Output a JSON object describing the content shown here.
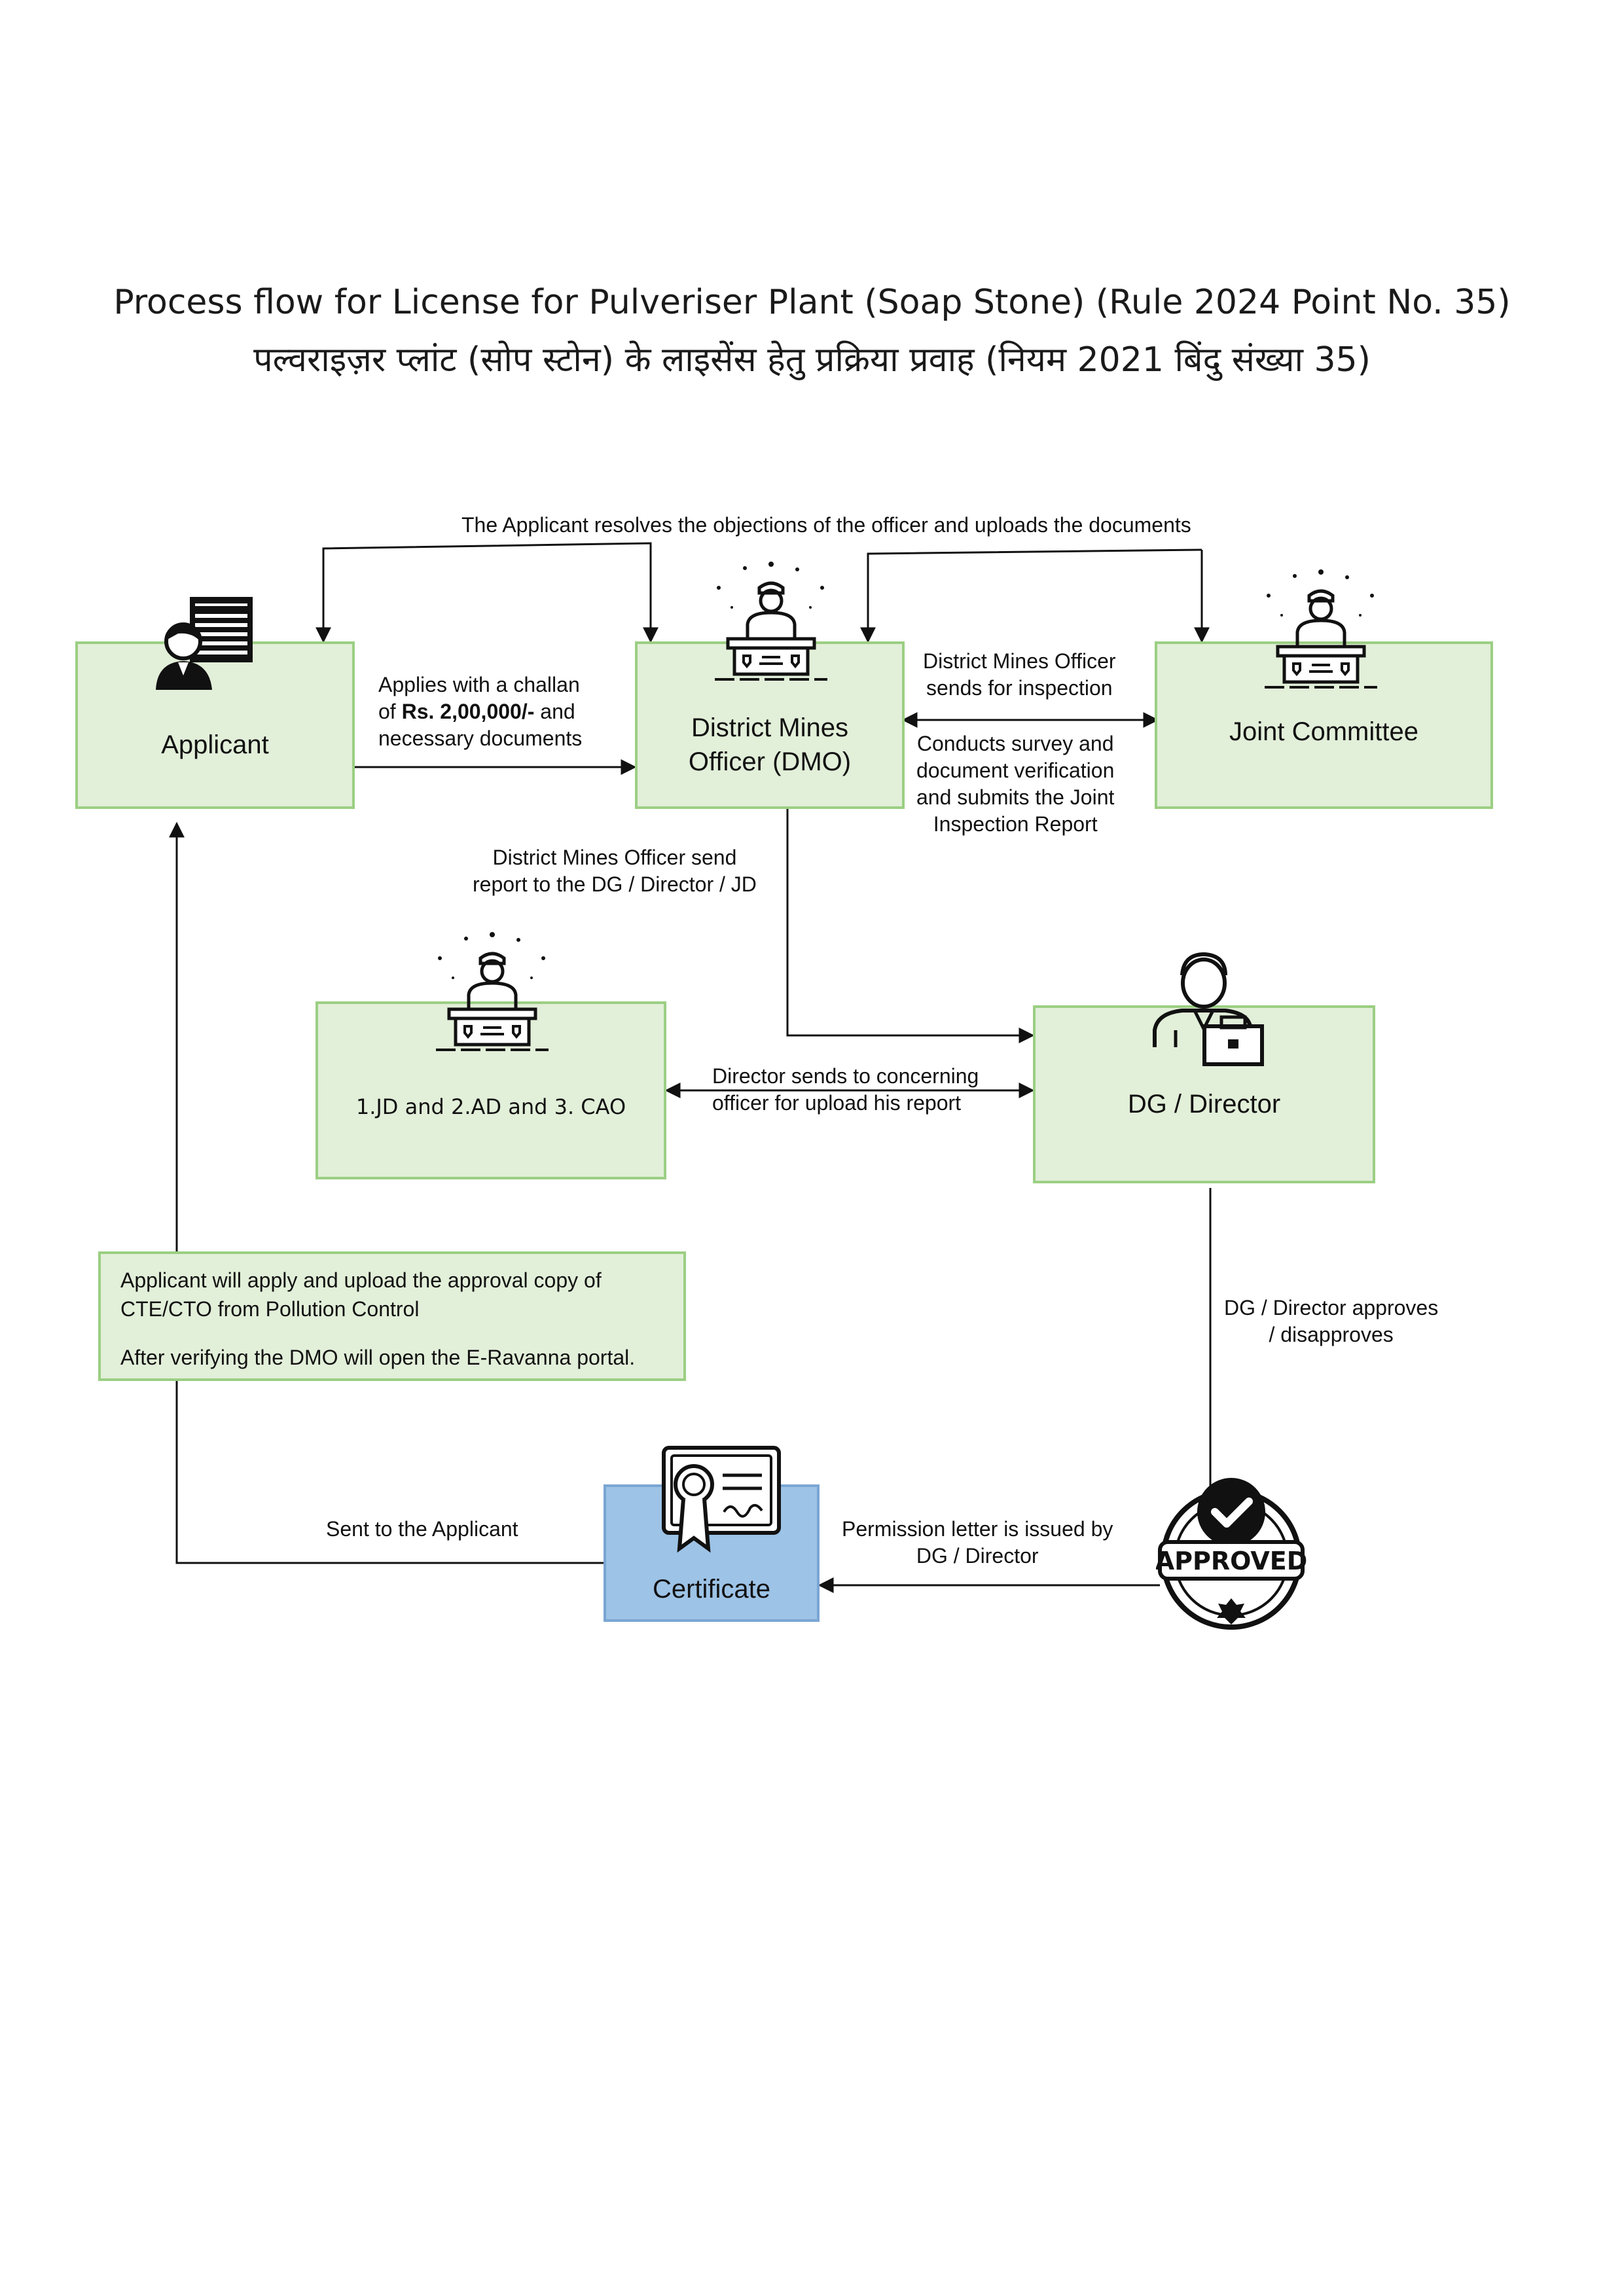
{
  "title": {
    "english": "Process flow for License for Pulveriser Plant (Soap Stone) (Rule 2024 Point No. 35)",
    "hindi": "पल्वराइज़र प्लांट (सोप स्टोन) के लाइसेंस हेतु प्रक्रिया प्रवाह (नियम 2021 बिंदु संख्या 35)"
  },
  "nodes": {
    "applicant": "Applicant",
    "dmo_line1": "District Mines",
    "dmo_line2": "Officer (DMO)",
    "joint_committee": "Joint Committee",
    "officers": "1.JD and 2.AD and 3. CAO",
    "dg_director": "DG / Director",
    "certificate": "Certificate",
    "approved_stamp": "APPROVED"
  },
  "edge_labels": {
    "resolve_objections": "The Applicant resolves the objections of the officer and uploads the documents",
    "challan_line1": "Applies with a challan",
    "challan_line2_prefix": "of ",
    "challan_amount": "Rs. 2,00,000/-",
    "challan_line2_suffix": " and",
    "challan_line3": "necessary documents",
    "inspection_line1": "District Mines Officer",
    "inspection_line2": "sends for inspection",
    "survey_line1": "Conducts survey and",
    "survey_line2": "document verification",
    "survey_line3": "and submits the Joint",
    "survey_line4": "Inspection Report",
    "dmo_report_line1": "District Mines Officer send",
    "dmo_report_line2": "report to the DG / Director / JD",
    "director_sends_line1": "Director sends to concerning",
    "director_sends_line2": "officer for upload his report",
    "approves_line1": "DG / Director approves",
    "approves_line2": "/ disapproves",
    "permission_line1": "Permission letter is issued by",
    "permission_line2": "DG / Director",
    "sent_to_applicant": "Sent to the Applicant"
  },
  "info_box": {
    "line1": "Applicant will apply and upload the approval copy of",
    "line2": "CTE/CTO from Pollution Control",
    "line3": "After verifying the DMO will open the E-Ravanna portal."
  },
  "icons": [
    "applicant-icon",
    "officer-desk-icon",
    "businessman-icon",
    "certificate-icon",
    "approved-stamp-icon"
  ],
  "colors": {
    "node_fill": "#e2efd9",
    "node_border": "#9bcf83",
    "certificate_fill": "#9dc3e6"
  }
}
